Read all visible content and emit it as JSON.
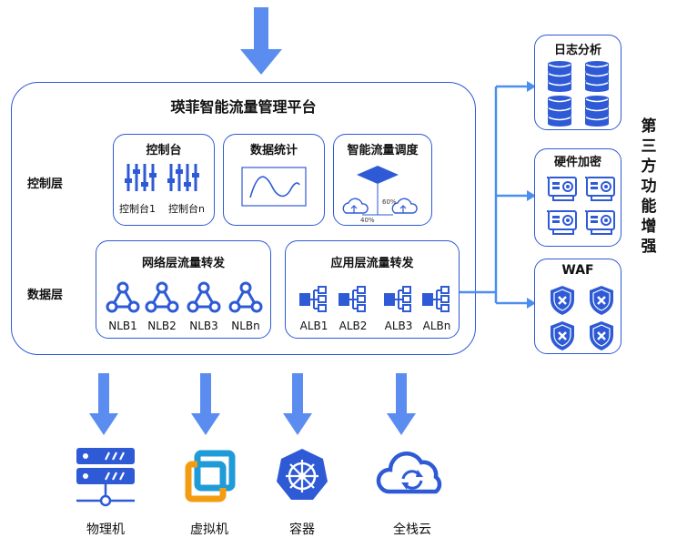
{
  "platform": {
    "title": "瑛菲智能流量管理平台"
  },
  "layers": {
    "control": "控制层",
    "data": "数据层"
  },
  "console": {
    "title": "控制台",
    "items": [
      "控制台1",
      "控制台n"
    ]
  },
  "stats": {
    "title": "数据统计"
  },
  "scheduler": {
    "title": "智能流量调度",
    "pct_top": "60%",
    "pct_bottom": "40%"
  },
  "nlb_group": {
    "title": "网络层流量转发",
    "items": [
      "NLB1",
      "NLB2",
      "NLB3",
      "NLBn"
    ]
  },
  "alb_group": {
    "title": "应用层流量转发",
    "items": [
      "ALB1",
      "ALB2",
      "ALB3",
      "ALBn"
    ]
  },
  "third_party": {
    "label": "第三方功能增强",
    "log": "日志分析",
    "hw": "硬件加密",
    "waf": "WAF"
  },
  "targets": [
    "物理机",
    "虚拟机",
    "容器",
    "全栈云"
  ],
  "colors": {
    "primary": "#2e5ad6",
    "arrow": "#5b8df0",
    "connector": "#4a8ff0",
    "vm_blue": "#1f9bd7",
    "vm_orange": "#f39c12"
  }
}
